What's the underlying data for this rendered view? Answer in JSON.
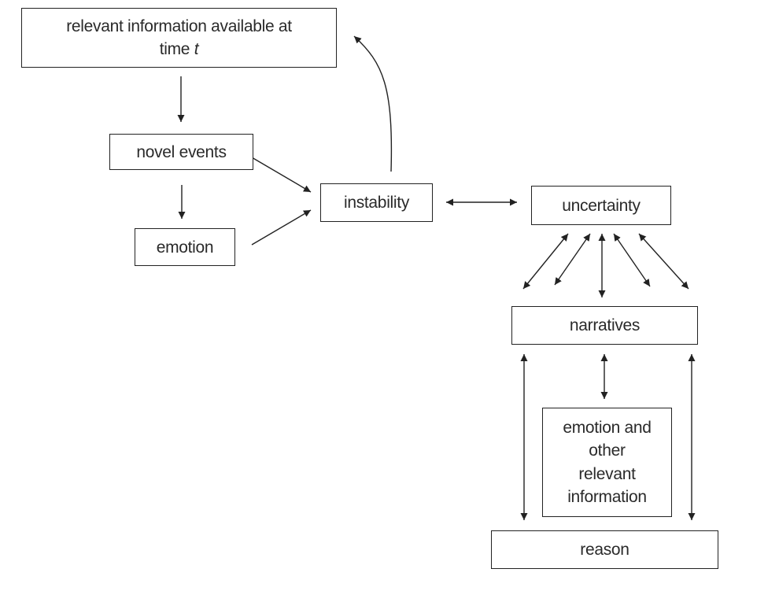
{
  "nodes": {
    "info": {
      "line1": "relevant information available at",
      "line2_prefix": "time ",
      "line2_var": "t"
    },
    "novel_events": {
      "label": "novel events"
    },
    "emotion": {
      "label": "emotion"
    },
    "instability": {
      "label": "instability"
    },
    "uncertainty": {
      "label": "uncertainty"
    },
    "narratives": {
      "label": "narratives"
    },
    "emotion_other": {
      "lines": [
        "emotion and",
        "other",
        "relevant",
        "information"
      ]
    },
    "reason": {
      "label": "reason"
    }
  },
  "edges": [
    {
      "from": "info",
      "to": "novel_events",
      "direction": "forward"
    },
    {
      "from": "novel_events",
      "to": "emotion",
      "direction": "forward"
    },
    {
      "from": "novel_events",
      "to": "instability",
      "direction": "forward"
    },
    {
      "from": "emotion",
      "to": "instability",
      "direction": "forward"
    },
    {
      "from": "instability",
      "to": "info",
      "direction": "forward"
    },
    {
      "from": "instability",
      "to": "uncertainty",
      "direction": "both"
    },
    {
      "from": "uncertainty",
      "to": "narratives",
      "direction": "both",
      "count": 5
    },
    {
      "from": "narratives",
      "to": "emotion_other",
      "direction": "both"
    },
    {
      "from": "narratives",
      "to": "reason",
      "direction": "both",
      "count": 2
    }
  ]
}
